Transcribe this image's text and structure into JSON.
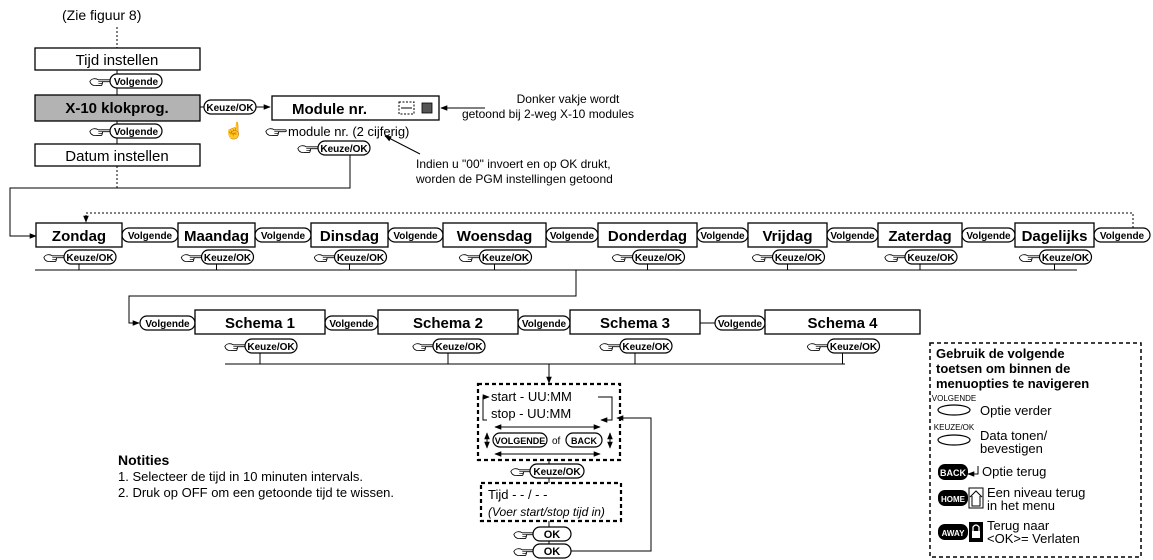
{
  "see_figure": "(Zie figuur 8)",
  "top_menu": [
    "Tijd instellen",
    "X-10 klokprog.",
    "Datum instellen"
  ],
  "keys": {
    "next": "Volgende",
    "select": "Keuze/OK",
    "next_caps": "VOLGENDE",
    "select_caps": "KEUZE/OK",
    "back": "BACK",
    "home": "HOME",
    "away": "AWAY",
    "ok": "OK",
    "of": "of"
  },
  "module": {
    "label": "Module nr.",
    "hint": "module nr. (2 cijferig)",
    "dark_box_note": [
      "Donker vakje wordt",
      "getoond bij 2-weg X-10 modules"
    ],
    "zero_note": [
      "Indien u \"00\" invoert en op OK drukt,",
      "worden de PGM instellingen getoond"
    ]
  },
  "days": [
    "Zondag",
    "Maandag",
    "Dinsdag",
    "Woensdag",
    "Donderdag",
    "Vrijdag",
    "Zaterdag",
    "Dagelijks"
  ],
  "schedules": [
    "Schema 1",
    "Schema 2",
    "Schema 3",
    "Schema 4"
  ],
  "time_fields": {
    "start": "start -  UU:MM",
    "stop": "stop -  UU:MM"
  },
  "time_entry": {
    "value": "Tijd - - / - -",
    "hint": "(Voer start/stop tijd in)"
  },
  "notes": {
    "title": "Notities",
    "items": [
      "1. Selecteer de tijd in 10 minuten intervals.",
      "2. Druk op OFF om een getoonde tijd te wissen."
    ]
  },
  "legend": {
    "title": [
      "Gebruik de volgende",
      "toetsen om binnen de",
      "menuopties te navigeren"
    ],
    "items": [
      {
        "key": "next_caps",
        "text": [
          "Optie verder"
        ]
      },
      {
        "key": "select_caps",
        "text": [
          "Data tonen/",
          "bevestigen"
        ]
      },
      {
        "key": "back",
        "text": [
          "Optie terug"
        ]
      },
      {
        "key": "home",
        "text": [
          "Een niveau terug",
          "in het menu"
        ]
      },
      {
        "key": "away",
        "text": [
          "Terug naar",
          "<OK>= Verlaten"
        ]
      }
    ]
  }
}
